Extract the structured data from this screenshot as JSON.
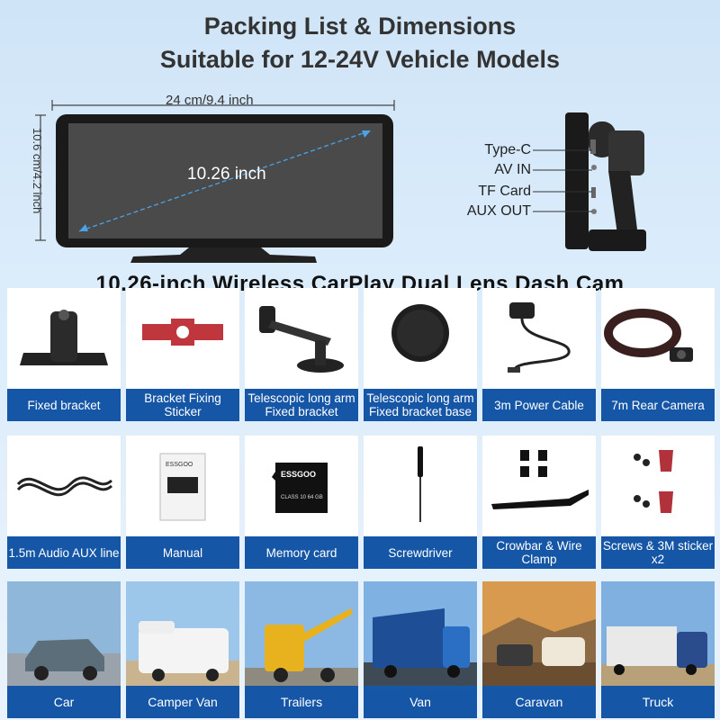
{
  "header": {
    "line1": "Packing List & Dimensions",
    "line2": "Suitable for 12-24V Vehicle Models"
  },
  "dimensions": {
    "width": "24 cm/9.4 inch",
    "height": "10.6 cm/4.2 inch",
    "diagonal": "10.26 inch"
  },
  "ports": [
    "Type-C",
    "AV IN",
    "TF Card",
    "AUX OUT"
  ],
  "product_title": "10.26-inch Wireless CarPlay Dual Lens Dash Cam",
  "package_row1": [
    {
      "label": "Fixed bracket",
      "icon": "bracket-icon"
    },
    {
      "label": "Bracket Fixing Sticker",
      "icon": "sticker-icon"
    },
    {
      "label": "Telescopic long arm Fixed bracket",
      "icon": "telescopic-arm-icon"
    },
    {
      "label": "Telescopic long arm Fixed bracket base",
      "icon": "bracket-base-icon"
    },
    {
      "label": "3m Power Cable",
      "icon": "power-cable-icon"
    },
    {
      "label": "7m Rear Camera",
      "icon": "rear-camera-icon"
    }
  ],
  "package_row2": [
    {
      "label": "1.5m Audio AUX line",
      "icon": "aux-cable-icon"
    },
    {
      "label": "Manual",
      "icon": "manual-icon",
      "brand": "ESSGOO"
    },
    {
      "label": "Memory card",
      "icon": "memory-card-icon",
      "brand": "ESSGOO",
      "card_text": "CLASS 10  64 GB"
    },
    {
      "label": "Screwdriver",
      "icon": "screwdriver-icon"
    },
    {
      "label": "Crowbar & Wire Clamp",
      "icon": "crowbar-icon"
    },
    {
      "label": "Screws & 3M sticker x2",
      "icon": "screws-icon"
    }
  ],
  "vehicles": [
    {
      "label": "Car",
      "icon": "car-icon"
    },
    {
      "label": "Camper Van",
      "icon": "camper-van-icon"
    },
    {
      "label": "Trailers",
      "icon": "crane-truck-icon"
    },
    {
      "label": "Van",
      "icon": "truck-icon"
    },
    {
      "label": "Caravan",
      "icon": "caravan-icon"
    },
    {
      "label": "Truck",
      "icon": "semi-truck-icon"
    }
  ],
  "colors": {
    "label_bg": "#1556a6",
    "background": "#d4e8f9"
  }
}
